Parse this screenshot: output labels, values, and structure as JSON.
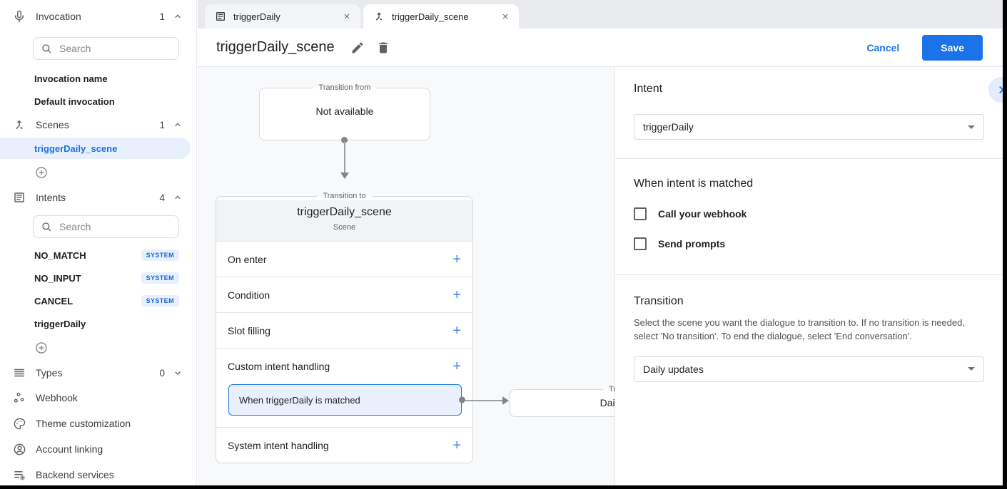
{
  "colors": {
    "accent": "#1a73e8",
    "selection_bg": "#e8f0fe",
    "badge_bg": "#e8f0fe",
    "badge_text": "#1967d2",
    "save_bg": "#1a73e8"
  },
  "sidebar": {
    "invocation": {
      "label": "Invocation",
      "count": "1",
      "search_placeholder": "Search",
      "items": [
        "Invocation name",
        "Default invocation"
      ]
    },
    "scenes": {
      "label": "Scenes",
      "count": "1",
      "selected_item": "triggerDaily_scene"
    },
    "intents": {
      "label": "Intents",
      "count": "4",
      "search_placeholder": "Search",
      "items": [
        {
          "name": "NO_MATCH",
          "badge": "SYSTEM"
        },
        {
          "name": "NO_INPUT",
          "badge": "SYSTEM"
        },
        {
          "name": "CANCEL",
          "badge": "SYSTEM"
        },
        {
          "name": "triggerDaily",
          "badge": ""
        }
      ]
    },
    "types": {
      "label": "Types",
      "count": "0"
    },
    "links": [
      "Webhook",
      "Theme customization",
      "Account linking",
      "Backend services"
    ]
  },
  "tabs": [
    {
      "label": "triggerDaily"
    },
    {
      "label": "triggerDaily_scene"
    }
  ],
  "header": {
    "title": "triggerDaily_scene",
    "cancel_label": "Cancel",
    "save_label": "Save"
  },
  "canvas": {
    "transition_from": {
      "legend": "Transition from",
      "value": "Not available"
    },
    "scene_node": {
      "legend": "Transition to",
      "title": "triggerDaily_scene",
      "subtitle": "Scene",
      "rows": [
        "On enter",
        "Condition",
        "Slot filling",
        "Custom intent handling",
        "System intent handling"
      ],
      "custom_handler": "When triggerDaily is matched"
    },
    "target_node": {
      "legend": "Transition to",
      "value": "Daily updates"
    }
  },
  "panel": {
    "intent": {
      "heading": "Intent",
      "value": "triggerDaily"
    },
    "matched": {
      "heading": "When intent is matched",
      "checkboxes": [
        "Call your webhook",
        "Send prompts"
      ]
    },
    "transition": {
      "heading": "Transition",
      "description": "Select the scene you want the dialogue to transition to. If no transition is needed, select 'No transition'. To end the dialogue, select 'End conversation'.",
      "value": "Daily updates"
    }
  }
}
